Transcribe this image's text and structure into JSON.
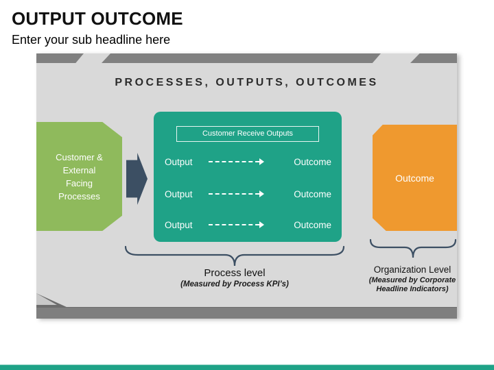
{
  "header": {
    "title": "OUTPUT OUTCOME",
    "subtitle": "Enter your sub headline here"
  },
  "slide": {
    "heading": "PROCESSES, OUTPUTS, OUTCOMES",
    "left_shape": {
      "lines": [
        "Customer &",
        "External",
        "Facing",
        "Processes"
      ]
    },
    "panel": {
      "badge": "Customer Receive Outputs",
      "rows": [
        {
          "left": "Output",
          "right": "Outcome"
        },
        {
          "left": "Output",
          "right": "Outcome"
        },
        {
          "left": "Output",
          "right": "Outcome"
        }
      ]
    },
    "right_shape": {
      "label": "Outcome"
    },
    "process_level": {
      "label": "Process level",
      "note": "(Measured by Process KPI’s)"
    },
    "organization_level": {
      "label": "Organization Level",
      "note": "(Measured by Corporate Headline Indicators)"
    }
  },
  "colors": {
    "green": "#8fba5c",
    "teal": "#1fa287",
    "orange": "#ef992f",
    "slate": "#3c4f63",
    "slide_gray": "#d9d9d9",
    "band_gray": "#808080"
  }
}
